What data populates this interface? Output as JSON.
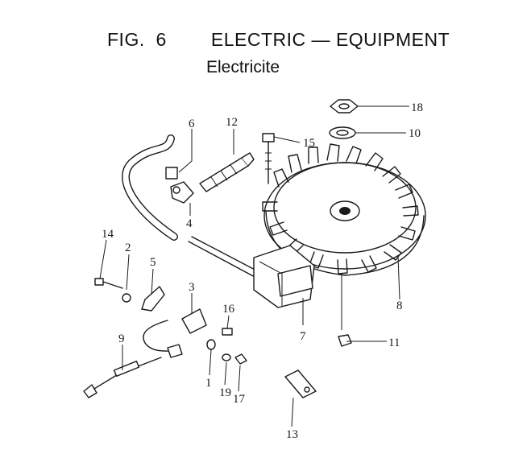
{
  "figure": {
    "number_label": "FIG.  6",
    "title": "ELECTRIC — EQUIPMENT",
    "subtitle": "Electricite"
  },
  "callouts": [
    "1",
    "2",
    "3",
    "4",
    "5",
    "6",
    "7",
    "8",
    "9",
    "10",
    "11",
    "12",
    "13",
    "14",
    "15",
    "16",
    "17",
    "18",
    "19"
  ]
}
